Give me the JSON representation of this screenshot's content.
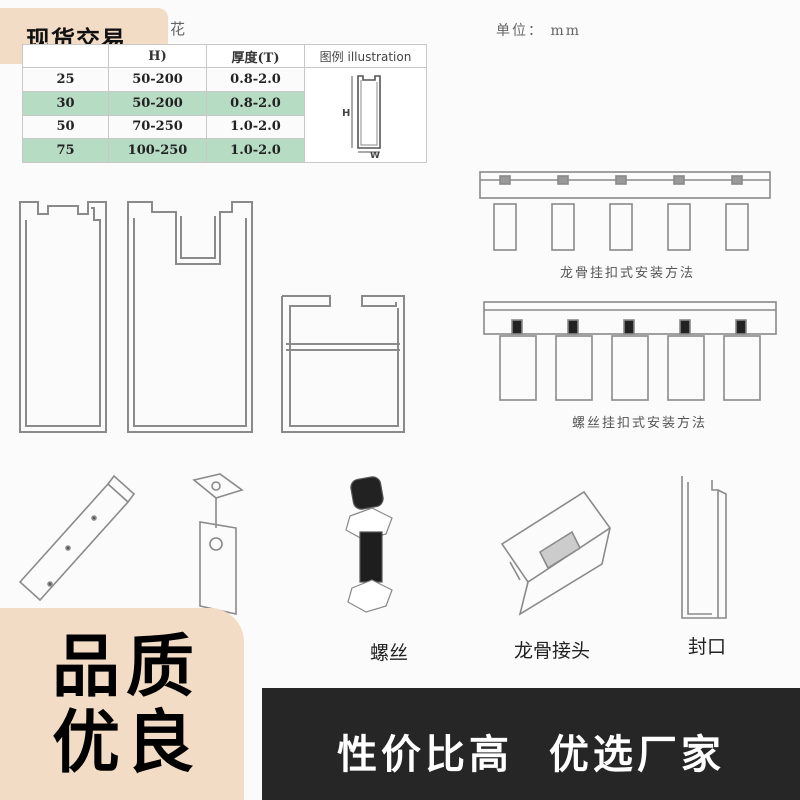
{
  "badge": {
    "label": "现货交易"
  },
  "table": {
    "header_flower": "花",
    "unit": "单位：  mm",
    "columns": [
      "",
      "H)",
      "厚度(T)",
      "图例 illustration"
    ],
    "rows": [
      {
        "w": "25",
        "h": "50-200",
        "t": "0.8-2.0"
      },
      {
        "w": "30",
        "h": "50-200",
        "t": "0.8-2.0"
      },
      {
        "w": "50",
        "h": "70-250",
        "t": "1.0-2.0"
      },
      {
        "w": "75",
        "h": "100-250",
        "t": "1.0-2.0"
      }
    ],
    "illustration_h": "H",
    "illustration_w": "W"
  },
  "install": {
    "dragon_clip": "龙骨挂扣式安装方法",
    "screw_clip": "螺丝挂扣式安装方法"
  },
  "parts": {
    "screw": "螺丝",
    "joint": "龙骨接头",
    "cap": "封口"
  },
  "banner": {
    "quality": "品质优良",
    "slogan": "性价比高  优选厂家"
  },
  "colors": {
    "badge_bg": "#f3dcc6",
    "table_green": "#b7dcc4",
    "slogan_bg": "#262626"
  }
}
